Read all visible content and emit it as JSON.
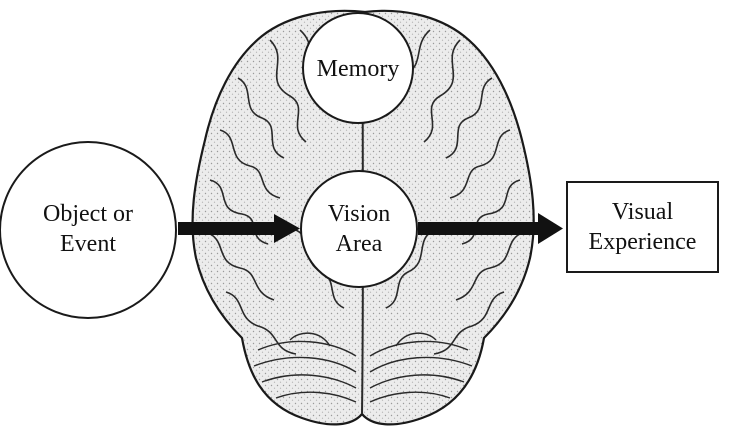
{
  "nodes": {
    "memory": {
      "label": "Memory"
    },
    "object_event": {
      "line1": "Object or",
      "line2": "Event"
    },
    "vision_area": {
      "line1": "Vision",
      "line2": "Area"
    },
    "visual_experience": {
      "line1": "Visual",
      "line2": "Experience"
    }
  },
  "edges": [
    {
      "from": "object_event",
      "to": "vision_area"
    },
    {
      "from": "vision_area",
      "to": "visual_experience"
    }
  ],
  "background": {
    "image": "brain-illustration-inferior-view"
  },
  "colors": {
    "stroke": "#1a1a1a",
    "brain_fill": "#e9e9e9",
    "node_fill": "#ffffff",
    "arrow": "#111111"
  }
}
